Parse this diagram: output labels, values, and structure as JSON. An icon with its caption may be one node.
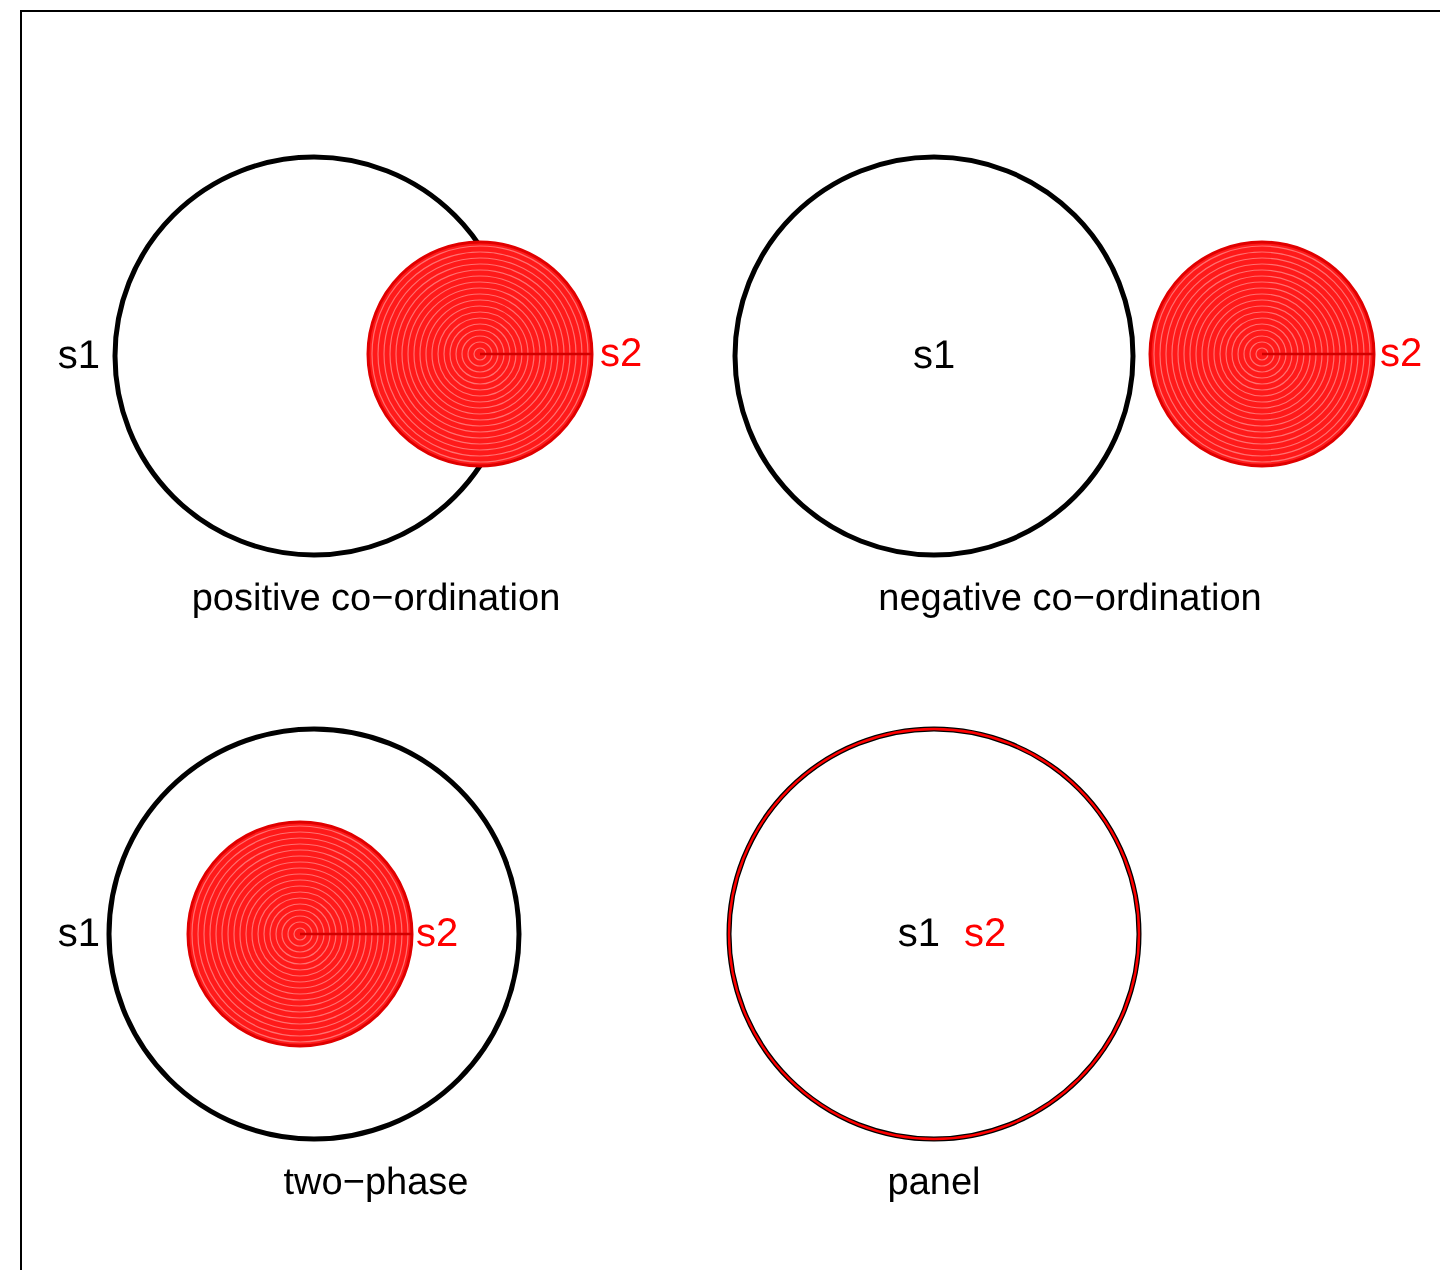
{
  "diagram": {
    "nodes": [
      {
        "text": [
          "s1"
        ]
      },
      {
        "text": [
          "s2"
        ]
      },
      {
        "text": [
          "s1"
        ]
      },
      {
        "text": [
          "s2"
        ]
      },
      {
        "text": [
          "s1"
        ]
      },
      {
        "text": [
          "s2"
        ],
        "in": 4
      },
      {
        "text": [
          "s1"
        ]
      },
      {
        "text": [
          "s2"
        ]
      }
    ],
    "labels": [
      "positive co−ordination",
      "negative co−ordination",
      "two−phase",
      "panel"
    ]
  }
}
